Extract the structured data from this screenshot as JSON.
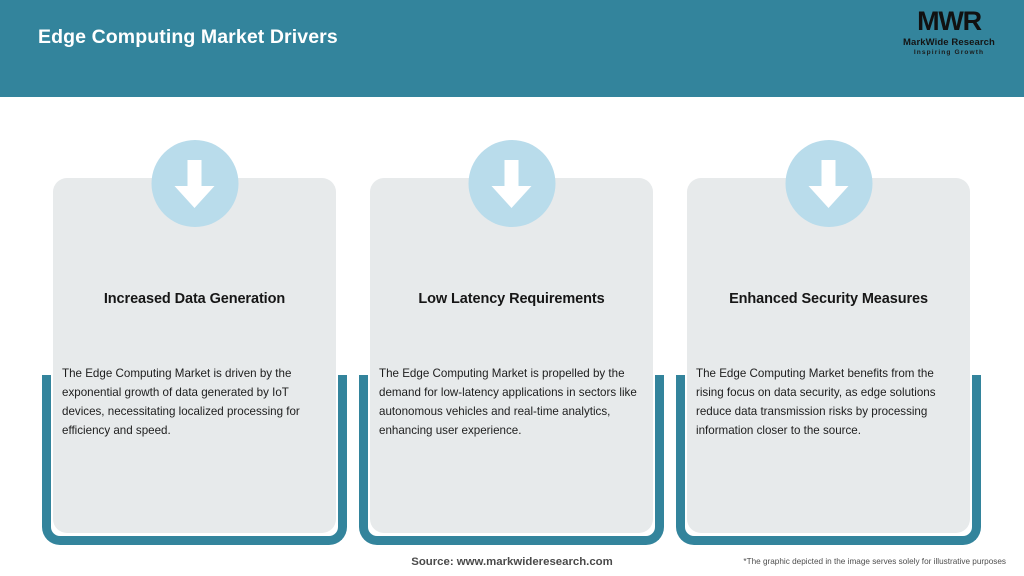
{
  "header": {
    "title": "Edge Computing Market Drivers",
    "background_color": "#33849c"
  },
  "logo": {
    "mark": "MWR",
    "company": "MarkWide Research",
    "tagline": "Inspiring Growth"
  },
  "theme": {
    "accent": "#33849c",
    "card_background": "#e7eaeb",
    "icon_circle": "#b9dceb",
    "icon_arrow": "#ffffff"
  },
  "cards": [
    {
      "icon": "arrow-down-icon",
      "title": "Increased Data Generation",
      "body": "The Edge Computing Market is driven by the exponential growth of data generated by IoT devices, necessitating localized processing for efficiency and speed."
    },
    {
      "icon": "arrow-down-icon",
      "title": "Low Latency Requirements",
      "body": "The Edge Computing Market is propelled by the demand for low-latency applications in sectors like autonomous vehicles and real-time analytics, enhancing user experience."
    },
    {
      "icon": "arrow-down-icon",
      "title": "Enhanced Security Measures",
      "body": "The Edge Computing Market benefits from the rising focus on data security, as edge solutions reduce data transmission risks by processing information closer to the source."
    }
  ],
  "footer": {
    "source": "Source: www.markwideresearch.com",
    "disclaimer": "*The graphic depicted in the image serves solely for illustrative purposes"
  }
}
